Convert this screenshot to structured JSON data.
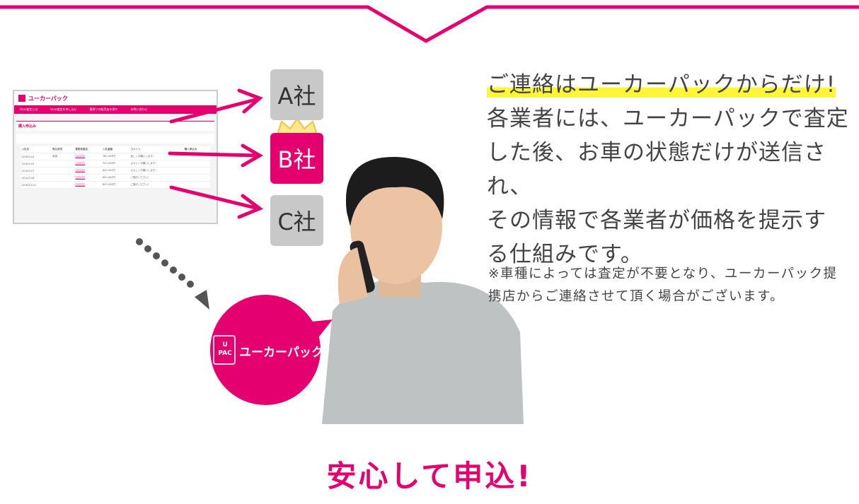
{
  "mini_screenshot": {
    "logo": "ユーカーパック",
    "nav": [
      "Ucar査定とは",
      "Ucar査定を申し込む",
      "最寄りの販売店を探す",
      "お問い合わせ"
    ],
    "section_title": "購入申込み",
    "columns": [
      "入札日",
      "申込状況",
      "買取希望店",
      "入札金額",
      "コメント",
      "購入申込み"
    ],
    "rows": [
      [
        "2016/12/4",
        "承認",
        "〇〇〇〇",
        "780,000円",
        "宜しくお願いします！"
      ],
      [
        "2016/12/5",
        "",
        "〇〇〇〇",
        "720,000円",
        "よろしくお願いします！"
      ],
      [
        "2016/12/7",
        "",
        "〇〇〇〇",
        "640,000円",
        "よろしくお願いします！"
      ],
      [
        "2016/12/8",
        "",
        "〇〇〇〇",
        "600,000円",
        "ご検討ください！"
      ],
      [
        "2016/12/10",
        "",
        "〇〇〇〇",
        "600,000円",
        "ご検討ください！"
      ]
    ]
  },
  "companies": [
    "A社",
    "B社",
    "C社"
  ],
  "brand_bubble": {
    "logo_text": "U PAC",
    "name": "ユーカーパック"
  },
  "message": {
    "highlight": "ご連絡はユーカーパックからだけ!",
    "lines": [
      "各業者には、ユーカーパックで査定",
      "した後、お車の状態だけが送信され、",
      "その情報で各業者が価格を提示す",
      "る仕組みです。"
    ],
    "note": "※車種によっては査定が不要となり、ユーカーパック提携店からご連絡させて頂く場合がございます。"
  },
  "cta": "安心して申込!",
  "colors": {
    "brand": "#e4006e",
    "highlight": "#fff53a"
  }
}
